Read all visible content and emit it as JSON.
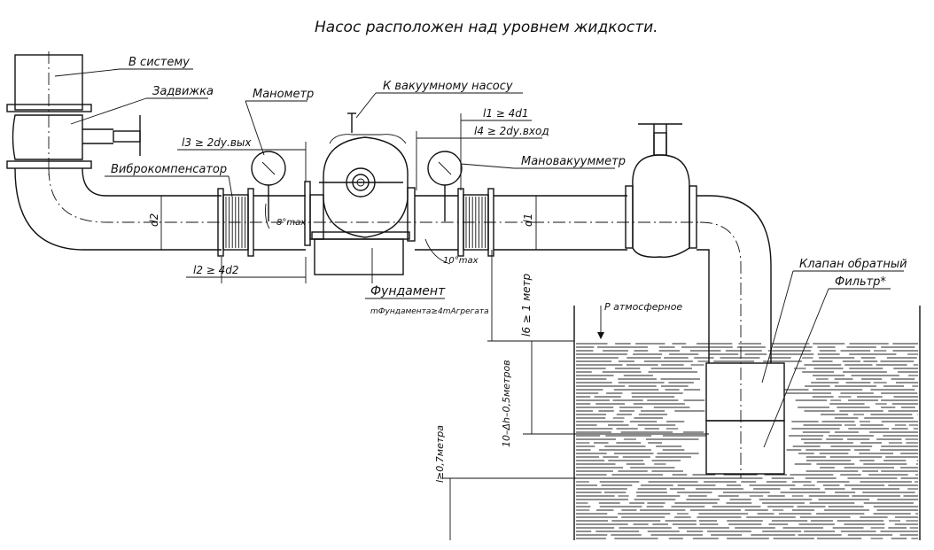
{
  "title": "Насос расположен над уровнем жидкости.",
  "labels": {
    "to_system": "В систему",
    "gate_valve": "Задвижка",
    "manometer": "Манометр",
    "to_vacuum_pump": "К вакуумному насосу",
    "vibration_compensator": "Виброкомпенсатор",
    "mano_vacuum_meter": "Мановакуумметр",
    "foundation": "Фундамент",
    "foundation_mass": "mФундамента≥4mАгрегата",
    "check_valve": "Клапан обратный",
    "filter": "Фильтр*",
    "atm_pressure": "P атмосферное"
  },
  "dimensions": {
    "l1": "l1 ≥ 4d1",
    "l3": "l3 ≥ 2dу.вых",
    "l4": "l4 ≥ 2dу.вход",
    "l2": "l2 ≥ 4d2",
    "l6": "l6 ≥ 1 метр",
    "d1": "d1",
    "d2": "d2",
    "angle_left": "8°max",
    "angle_right": "10°max",
    "depth": "10–Δh–0,5метров",
    "immersion": "l≥0,7метра"
  },
  "icons": [
    "gate-valve-icon",
    "manometer-gauge-icon",
    "pump-icon",
    "check-valve-icon",
    "filter-icon",
    "tank-icon"
  ],
  "colors": {
    "ink": "#111111",
    "background": "#ffffff"
  }
}
